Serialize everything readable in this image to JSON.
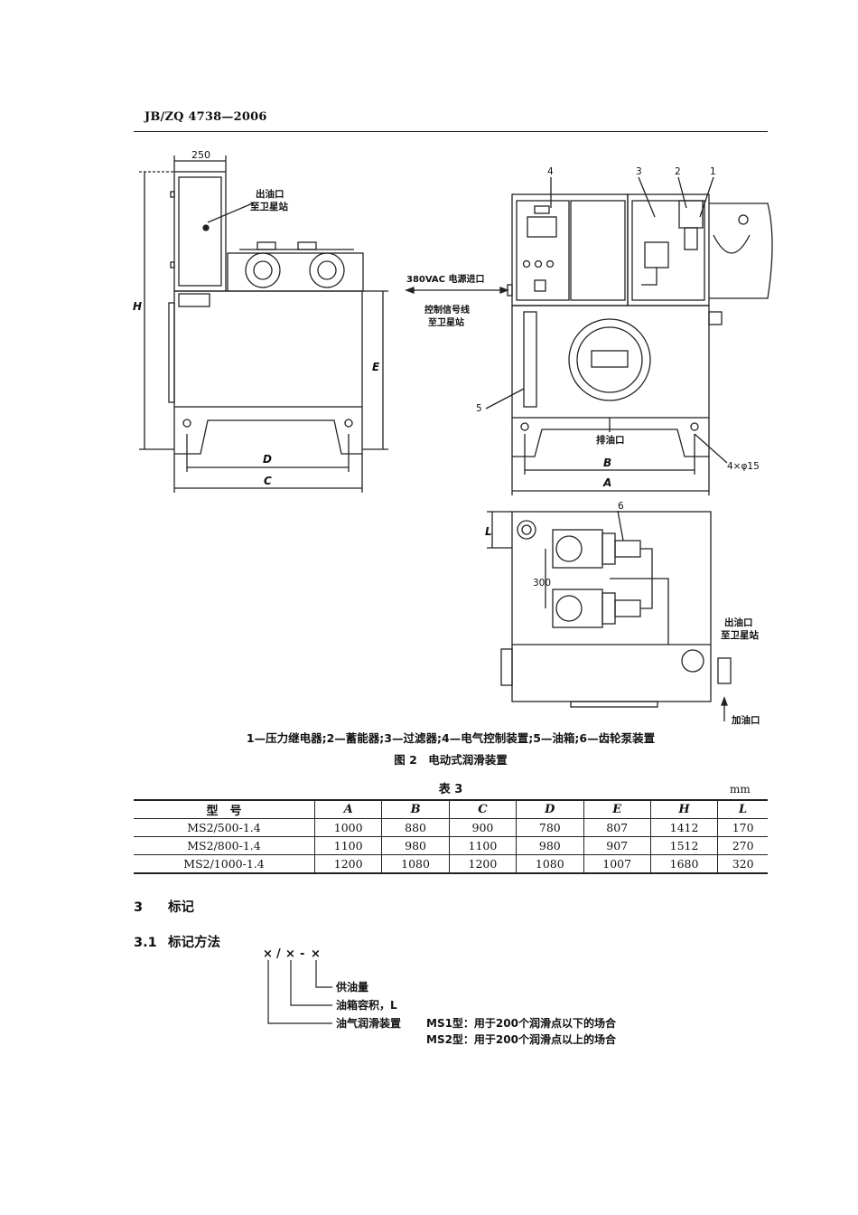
{
  "header": {
    "standard_code": "JB/ZQ 4738—2006"
  },
  "figure": {
    "left_view": {
      "dim_250": "250",
      "dim_H": "H",
      "dim_E": "E",
      "dim_D": "D",
      "dim_C": "C",
      "outlet_label_1": "出油口",
      "outlet_label_2": "至卫星站"
    },
    "front_view": {
      "callout_4": "4",
      "callout_3": "3",
      "callout_2": "2",
      "callout_1": "1",
      "callout_5": "5",
      "power_inlet": "380VAC 电源进口",
      "control_line_1": "控制信号线",
      "control_line_2": "至卫星站",
      "drain": "排油口",
      "dim_B": "B",
      "dim_A": "A",
      "holes": "4×φ15"
    },
    "top_view": {
      "dim_L": "L",
      "dim_300": "300",
      "callout_6": "6",
      "outlet_label_1": "出油口",
      "outlet_label_2": "至卫星站",
      "fill_inlet": "加油口"
    },
    "legend": "1—压力继电器;2—蓄能器;3—过滤器;4—电气控制装置;5—油箱;6—齿轮泵装置",
    "caption": "图 2　电动式润滑装置"
  },
  "table": {
    "title": "表 3",
    "unit": "mm",
    "headers": [
      "型　号",
      "A",
      "B",
      "C",
      "D",
      "E",
      "H",
      "L"
    ],
    "rows": [
      [
        "MS2/500-1.4",
        "1000",
        "880",
        "900",
        "780",
        "807",
        "1412",
        "170"
      ],
      [
        "MS2/800-1.4",
        "1100",
        "980",
        "1100",
        "980",
        "907",
        "1512",
        "270"
      ],
      [
        "MS2/1000-1.4",
        "1200",
        "1080",
        "1200",
        "1080",
        "1007",
        "1680",
        "320"
      ]
    ]
  },
  "section3": {
    "number": "3",
    "title": "标记"
  },
  "section3_1": {
    "number": "3.1",
    "title": "标记方法"
  },
  "marking": {
    "pattern_x1": "×",
    "pattern_sep1": "/",
    "pattern_x2": "×",
    "pattern_sep2": "-",
    "pattern_x3": "×",
    "label_supply": "供油量",
    "label_tank": "油箱容积，L",
    "label_device": "油气润滑装置",
    "ms1_desc": "MS1型：用于200个润滑点以下的场合",
    "ms2_desc": "MS2型：用于200个润滑点以上的场合"
  }
}
